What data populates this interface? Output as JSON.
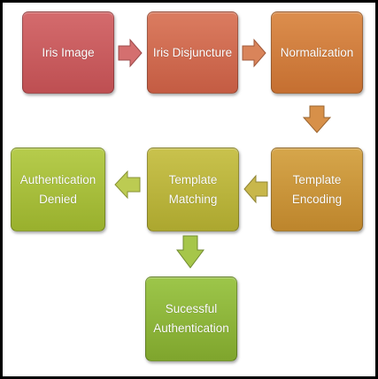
{
  "nodes": [
    {
      "id": "iris-image",
      "label": "Iris Image",
      "color": "#c9595c"
    },
    {
      "id": "iris-disjuncture",
      "label": "Iris Disjuncture",
      "color": "#d06a4f"
    },
    {
      "id": "normalization",
      "label": "Normalization",
      "color": "#d17c3f"
    },
    {
      "id": "template-encoding",
      "label": "Template\nEncoding",
      "color": "#c9933a"
    },
    {
      "id": "template-matching",
      "label": "Template\nMatching",
      "color": "#b8b53c"
    },
    {
      "id": "authentication-denied",
      "label": "Authentication\nDenied",
      "color": "#a6bd3b"
    },
    {
      "id": "successful-authentication",
      "label": "Sucessful\nAuthentication",
      "color": "#8db43a"
    }
  ],
  "arrow_colors": {
    "r1": "#d46f6f",
    "r2": "#d9845a",
    "d1": "#d79049",
    "l1": "#c8b74b",
    "l2": "#bccb52",
    "d2": "#a6c64a"
  }
}
